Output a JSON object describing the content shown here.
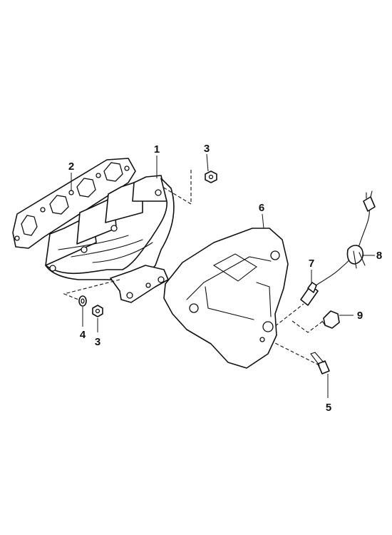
{
  "diagram": {
    "callouts": [
      {
        "id": "c1",
        "label": "1"
      },
      {
        "id": "c2",
        "label": "2"
      },
      {
        "id": "c3a",
        "label": "3"
      },
      {
        "id": "c3b",
        "label": "3"
      },
      {
        "id": "c4",
        "label": "4"
      },
      {
        "id": "c5",
        "label": "5"
      },
      {
        "id": "c6",
        "label": "6"
      },
      {
        "id": "c7",
        "label": "7"
      },
      {
        "id": "c8",
        "label": "8"
      },
      {
        "id": "c9",
        "label": "9"
      }
    ]
  }
}
